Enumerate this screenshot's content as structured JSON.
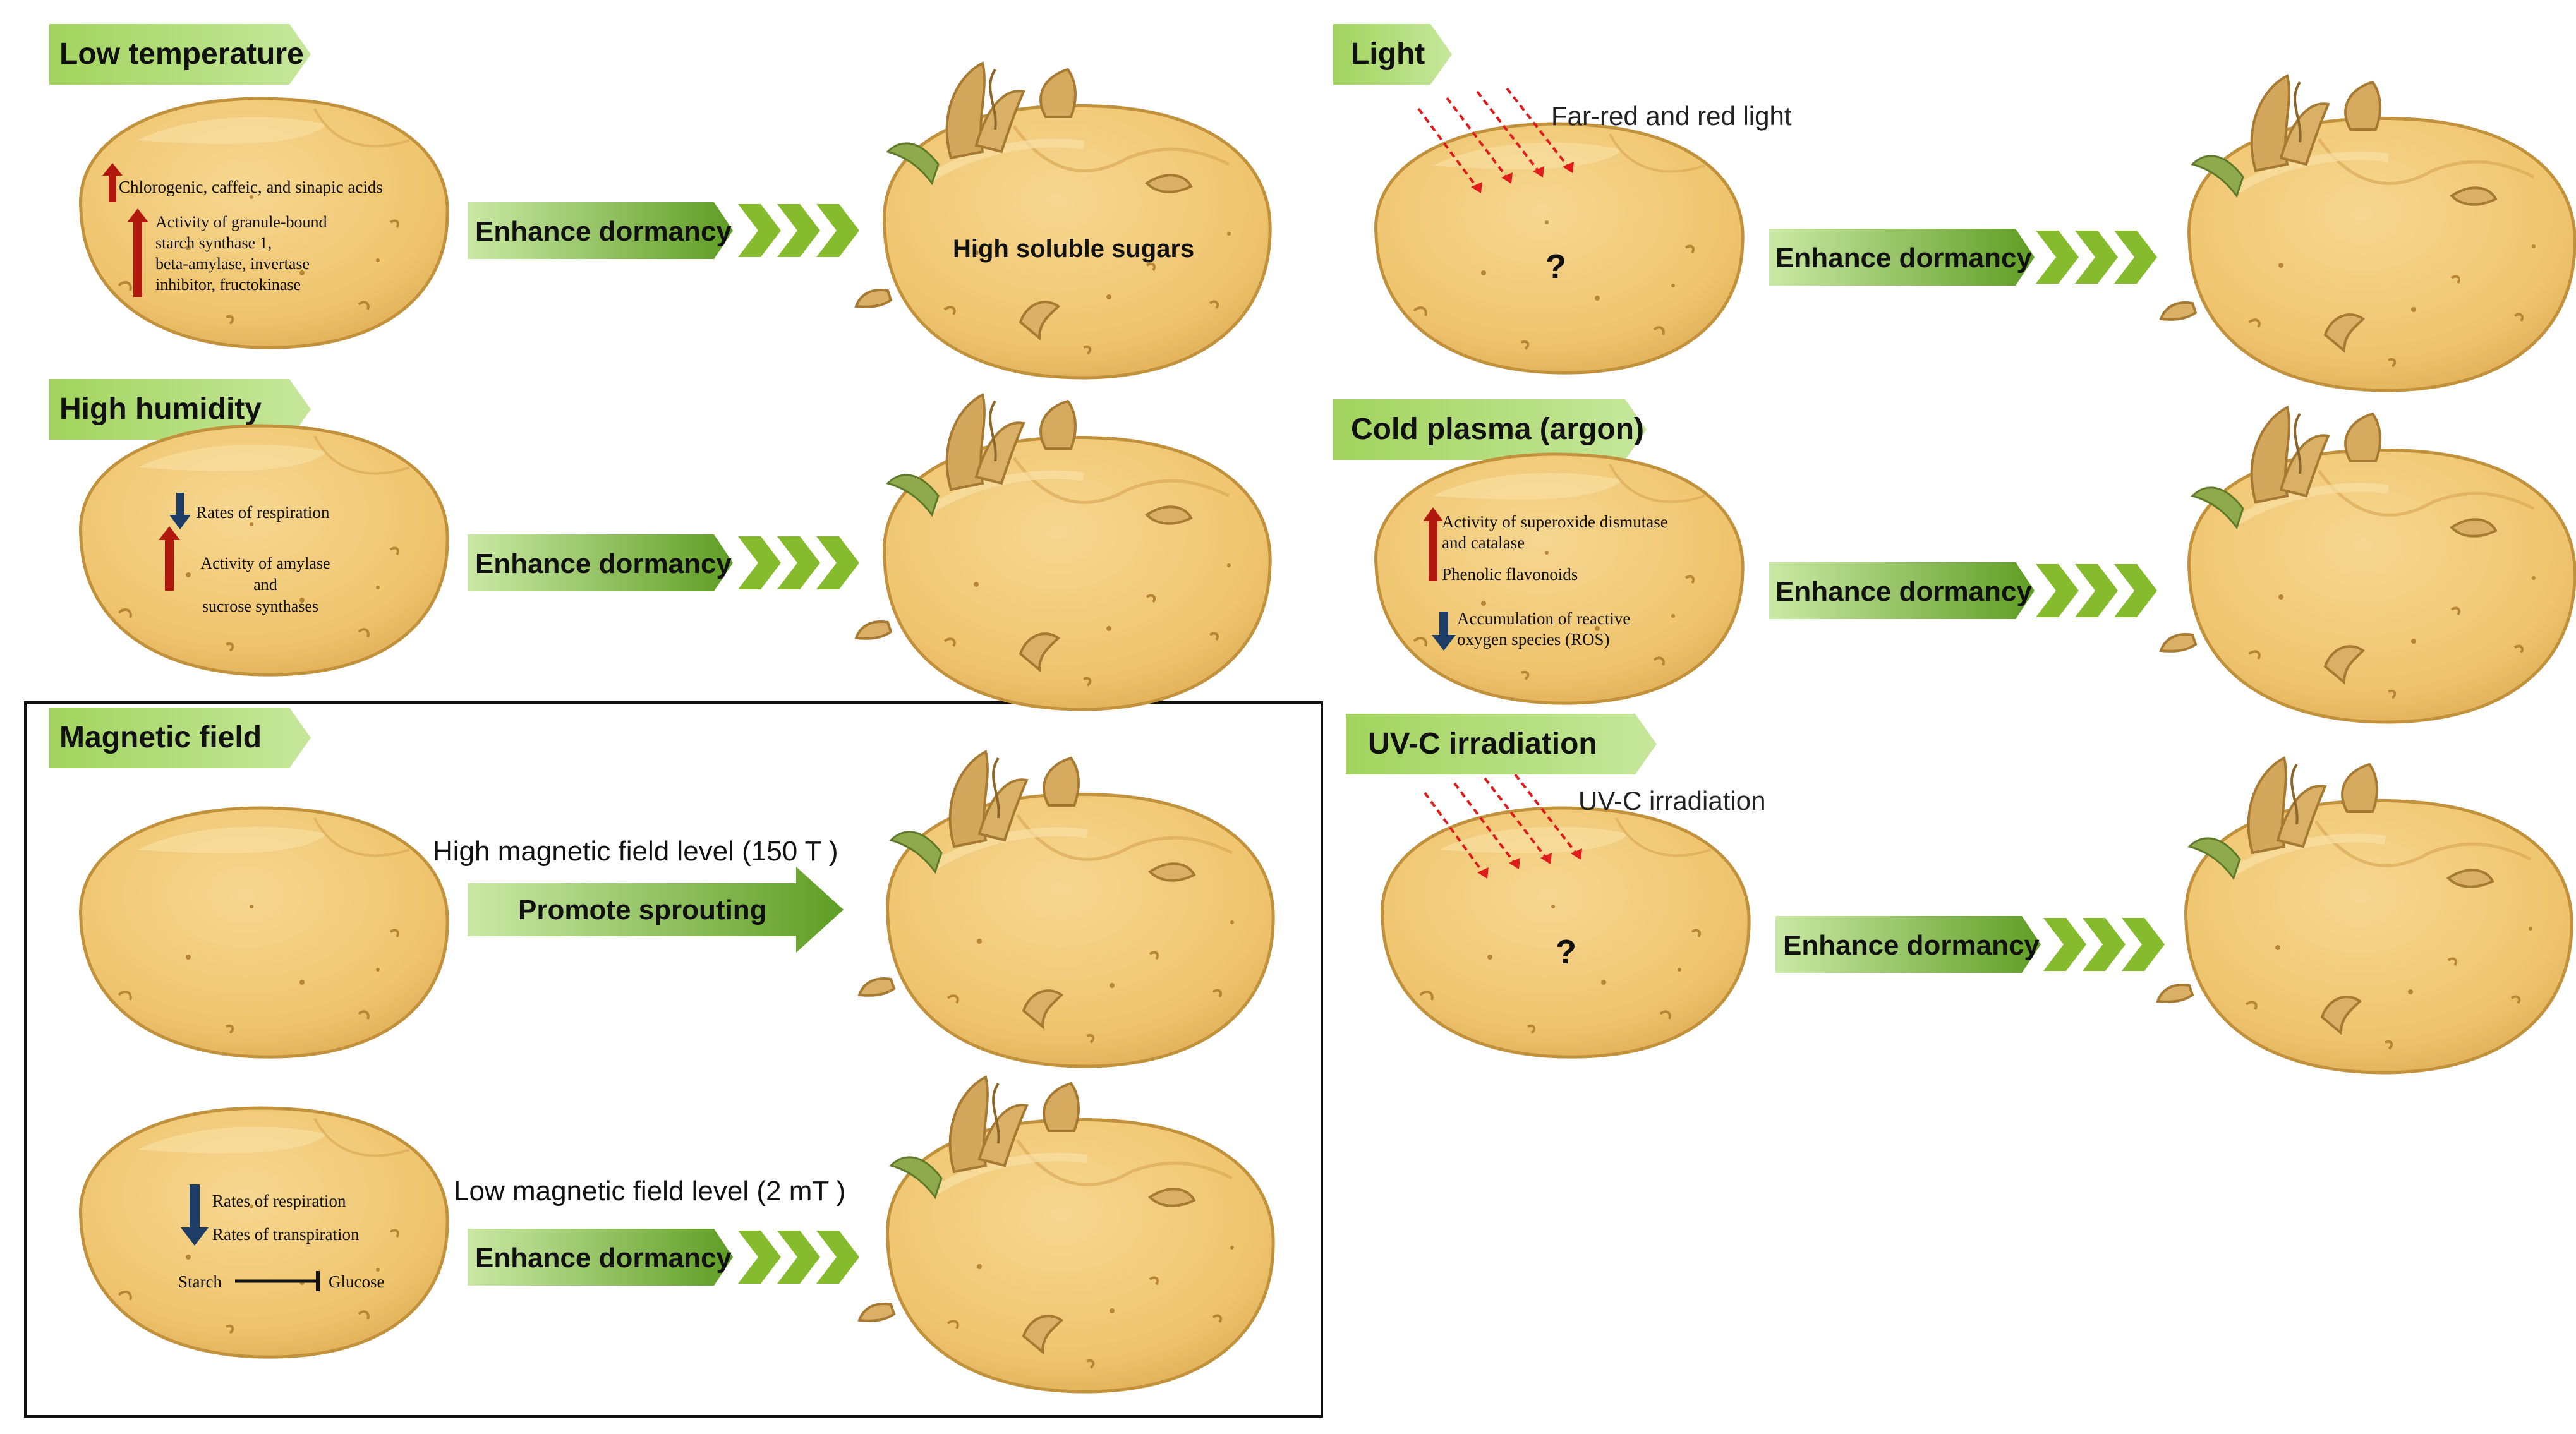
{
  "sections": {
    "low_temperature": {
      "title": "Low temperature",
      "up_1": "Chlorogenic, caffeic, and sinapic acids",
      "up_2": [
        "Activity of granule-bound",
        "starch synthase 1,",
        "beta-amylase,  invertase",
        "inhibitor, fructokinase"
      ],
      "arrow_label": "Enhance dormancy",
      "result": "High soluble sugars"
    },
    "high_humidity": {
      "title": "High humidity",
      "down_1": "Rates of respiration",
      "up_1": [
        "Activity of amylase",
        "and",
        "sucrose synthases"
      ],
      "arrow_label": "Enhance dormancy"
    },
    "magnetic_field": {
      "title": "Magnetic field",
      "high_level": "High magnetic field level (150 T )",
      "high_arrow_label": "Promote sprouting",
      "low_level": "Low magnetic field level (2 mT )",
      "down_1": "Rates of respiration",
      "down_2": "Rates of transpiration",
      "inhibit_from": "Starch",
      "inhibit_to": "Glucose",
      "low_arrow_label": "Enhance dormancy"
    },
    "light": {
      "title": "Light",
      "note": "Far-red and red light",
      "unknown": "?",
      "arrow_label": "Enhance dormancy"
    },
    "cold_plasma": {
      "title": "Cold plasma (argon)",
      "up_1": [
        "Activity of superoxide dismutase",
        "and catalase"
      ],
      "up_2": "Phenolic flavonoids",
      "down_1": [
        "Accumulation of reactive",
        "oxygen species (ROS)"
      ],
      "arrow_label": "Enhance dormancy"
    },
    "uvc": {
      "title": "UV-C irradiation",
      "note": "UV-C irradiation",
      "unknown": "?",
      "arrow_label": "Enhance dormancy"
    }
  },
  "colors": {
    "tag_light": "#c6e79c",
    "tag_dark": "#a2d45e",
    "arrow_light": "#c9e8a3",
    "arrow_dark": "#62a026",
    "chevron": "#86bb2e",
    "potato": "#efc46e",
    "potato_edge": "#c1913c",
    "potato_light": "#f5d690",
    "sprout": "#d4a85c",
    "sprout_green": "#8faa4c",
    "up_arrow": "#b0180e",
    "down_arrow": "#1d3d66",
    "light_ray": "#e01b1b"
  }
}
